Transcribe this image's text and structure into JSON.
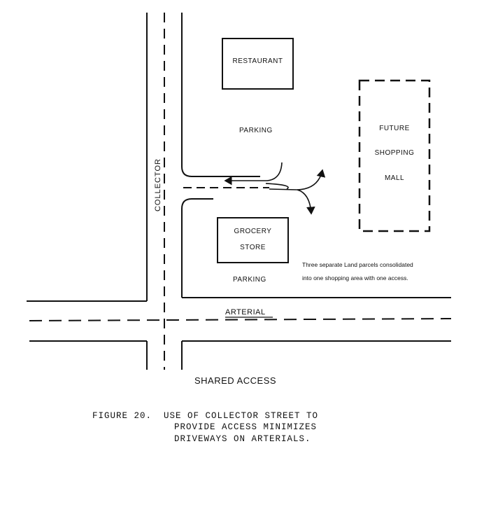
{
  "labels": {
    "restaurant": "RESTAURANT",
    "parking_top": "PARKING",
    "future_mall_line1": "FUTURE",
    "future_mall_line2": "SHOPPING",
    "future_mall_line3": "MALL",
    "collector": "COLLECTOR",
    "grocery_line1": "GROCERY",
    "grocery_line2": "STORE",
    "parking_bottom": "PARKING",
    "arterial": "ARTERIAL",
    "note_line1": "Three separate Land parcels consolidated",
    "note_line2": "into one shopping area with one access."
  },
  "title": "SHARED ACCESS",
  "caption": {
    "line1": "FIGURE 20.  USE OF COLLECTOR STREET TO",
    "line2": "PROVIDE ACCESS MINIMIZES",
    "line3": "DRIVEWAYS ON ARTERIALS."
  },
  "colors": {
    "ink": "#111111",
    "background": "#ffffff"
  }
}
